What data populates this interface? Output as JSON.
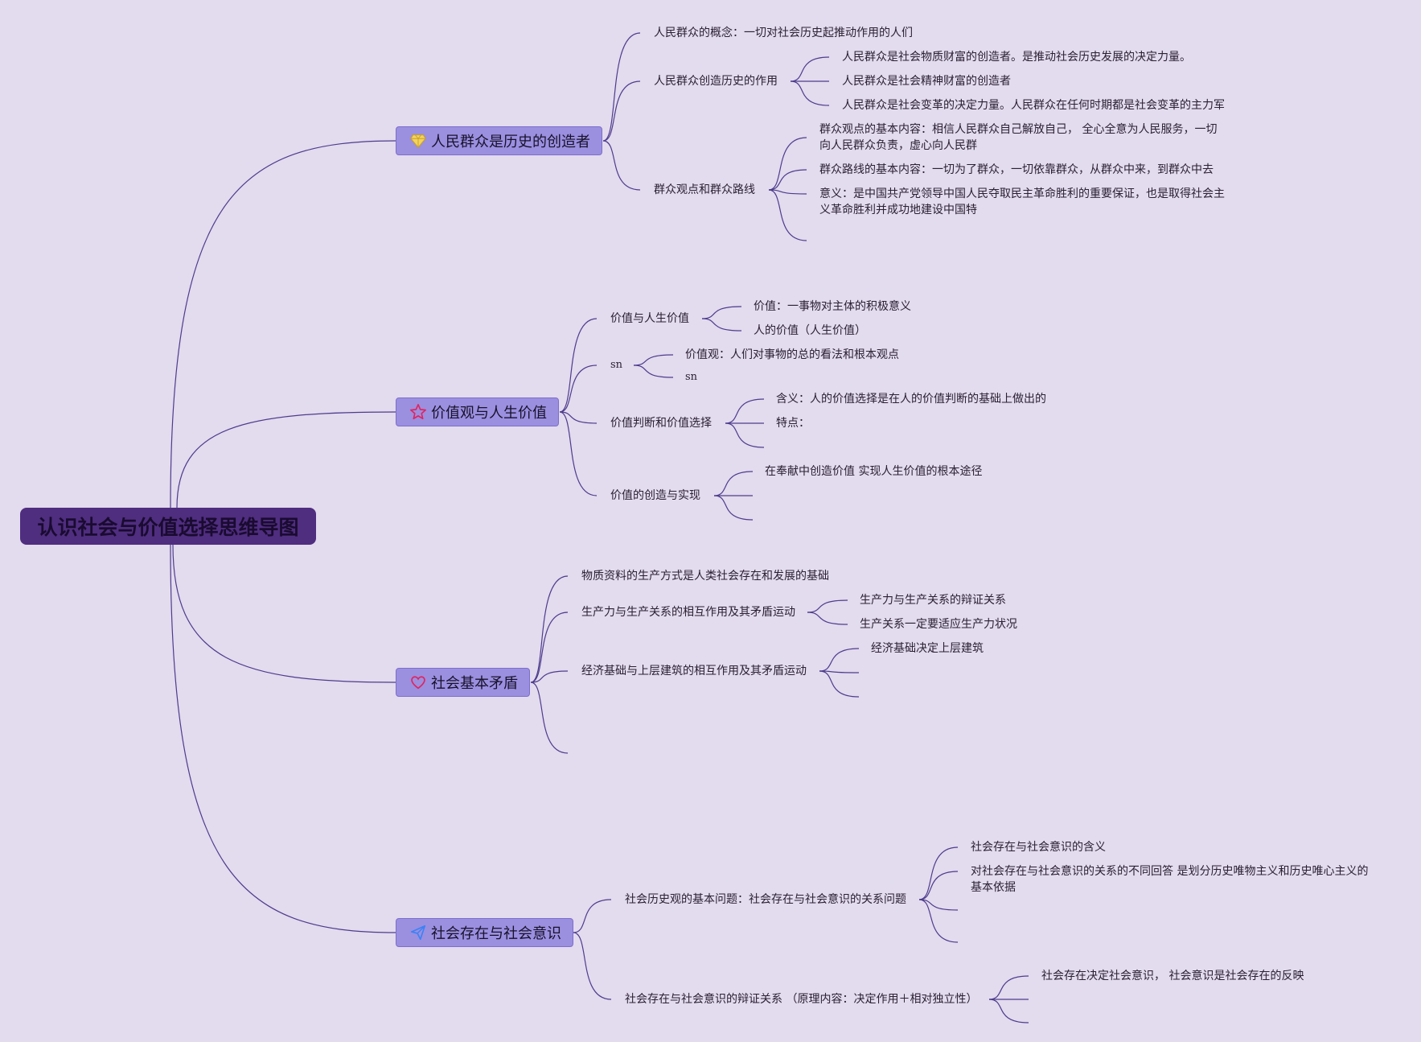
{
  "root": {
    "label": "认识社会与价值选择思维导图"
  },
  "colors": {
    "background": "#e3dbee",
    "root": "#4f2d7f",
    "branch": "#9b8fe0",
    "line": "#4d3c8c"
  },
  "branches": [
    {
      "label": "人民群众是历史的创造者",
      "icon": "gem-icon",
      "children": [
        {
          "label": "人民群众的概念：一切对社会历史起推动作用的人们"
        },
        {
          "label": "人民群众创造历史的作用",
          "children": [
            "人民群众是社会物质财富的创造者。是推动社会历史发展的决定力量。",
            "人民群众是社会精神财富的创造者",
            "人民群众是社会变革的决定力量。人民群众在任何时期都是社会变革的主力军"
          ]
        },
        {
          "label": "群众观点和群众路线",
          "children": [
            "群众观点的基本内容：相信人民群众自己解放自己， 全心全意为人民服务，一切向人民群众负责，虚心向人民群",
            "群众路线的基本内容：一切为了群众，一切依靠群众，从群众中来，到群众中去",
            "意义：是中国共产党领导中国人民夺取民主革命胜利的重要保证，也是取得社会主义革命胜利并成功地建设中国特",
            ""
          ]
        }
      ]
    },
    {
      "label": "价值观与人生价值",
      "icon": "star-icon",
      "children": [
        {
          "label": "价值与人生价值",
          "children": [
            "价值：一事物对主体的积极意义",
            "人的价值（人生价值）"
          ]
        },
        {
          "label": "sn",
          "children": [
            "价值观：人们对事物的总的看法和根本观点",
            "sn"
          ]
        },
        {
          "label": "价值判断和价值选择",
          "children": [
            "含义：人的价值选择是在人的价值判断的基础上做出的",
            "特点：",
            ""
          ]
        },
        {
          "label": "价值的创造与实现",
          "children": [
            "在奉献中创造价值 实现人生价值的根本途径",
            "",
            ""
          ]
        }
      ]
    },
    {
      "label": "社会基本矛盾",
      "icon": "heart-icon",
      "children": [
        {
          "label": "物质资料的生产方式是人类社会存在和发展的基础"
        },
        {
          "label": "生产力与生产关系的相互作用及其矛盾运动",
          "children": [
            "生产力与生产关系的辩证关系",
            "生产关系一定要适应生产力状况"
          ]
        },
        {
          "label": "经济基础与上层建筑的相互作用及其矛盾运动",
          "children": [
            "经济基础决定上层建筑",
            "",
            ""
          ]
        },
        {
          "label": ""
        }
      ]
    },
    {
      "label": "社会存在与社会意识",
      "icon": "send-icon",
      "children": [
        {
          "label": "社会历史观的基本问题：社会存在与社会意识的关系问题",
          "children": [
            "社会存在与社会意识的含义",
            "对社会存在与社会意识的关系的不同回答 是划分历史唯物主义和历史唯心主义的基本依据",
            "",
            ""
          ]
        },
        {
          "label": "社会存在与社会意识的辩证关系 （原理内容：决定作用＋相对独立性）",
          "children": [
            "社会存在决定社会意识， 社会意识是社会存在的反映",
            "",
            ""
          ]
        }
      ]
    }
  ]
}
